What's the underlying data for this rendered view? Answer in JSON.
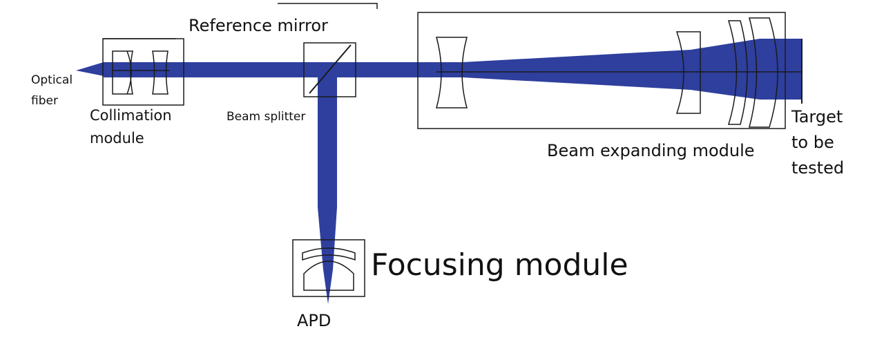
{
  "labels": {
    "reference_mirror": "Reference mirror",
    "optical_fiber_line1": "Optical",
    "optical_fiber_line2": "fiber",
    "collimation_line1": "Collimation",
    "collimation_line2": "module",
    "beam_splitter": "Beam splitter",
    "beam_expanding": "Beam expanding module",
    "target_line1": "Target",
    "target_line2": "to be",
    "target_line3": "tested",
    "focusing_module": "Focusing module",
    "apd": "APD"
  },
  "colors": {
    "beam": "#2e3f9e",
    "outline": "#1a1a1a",
    "background": "#ffffff"
  }
}
